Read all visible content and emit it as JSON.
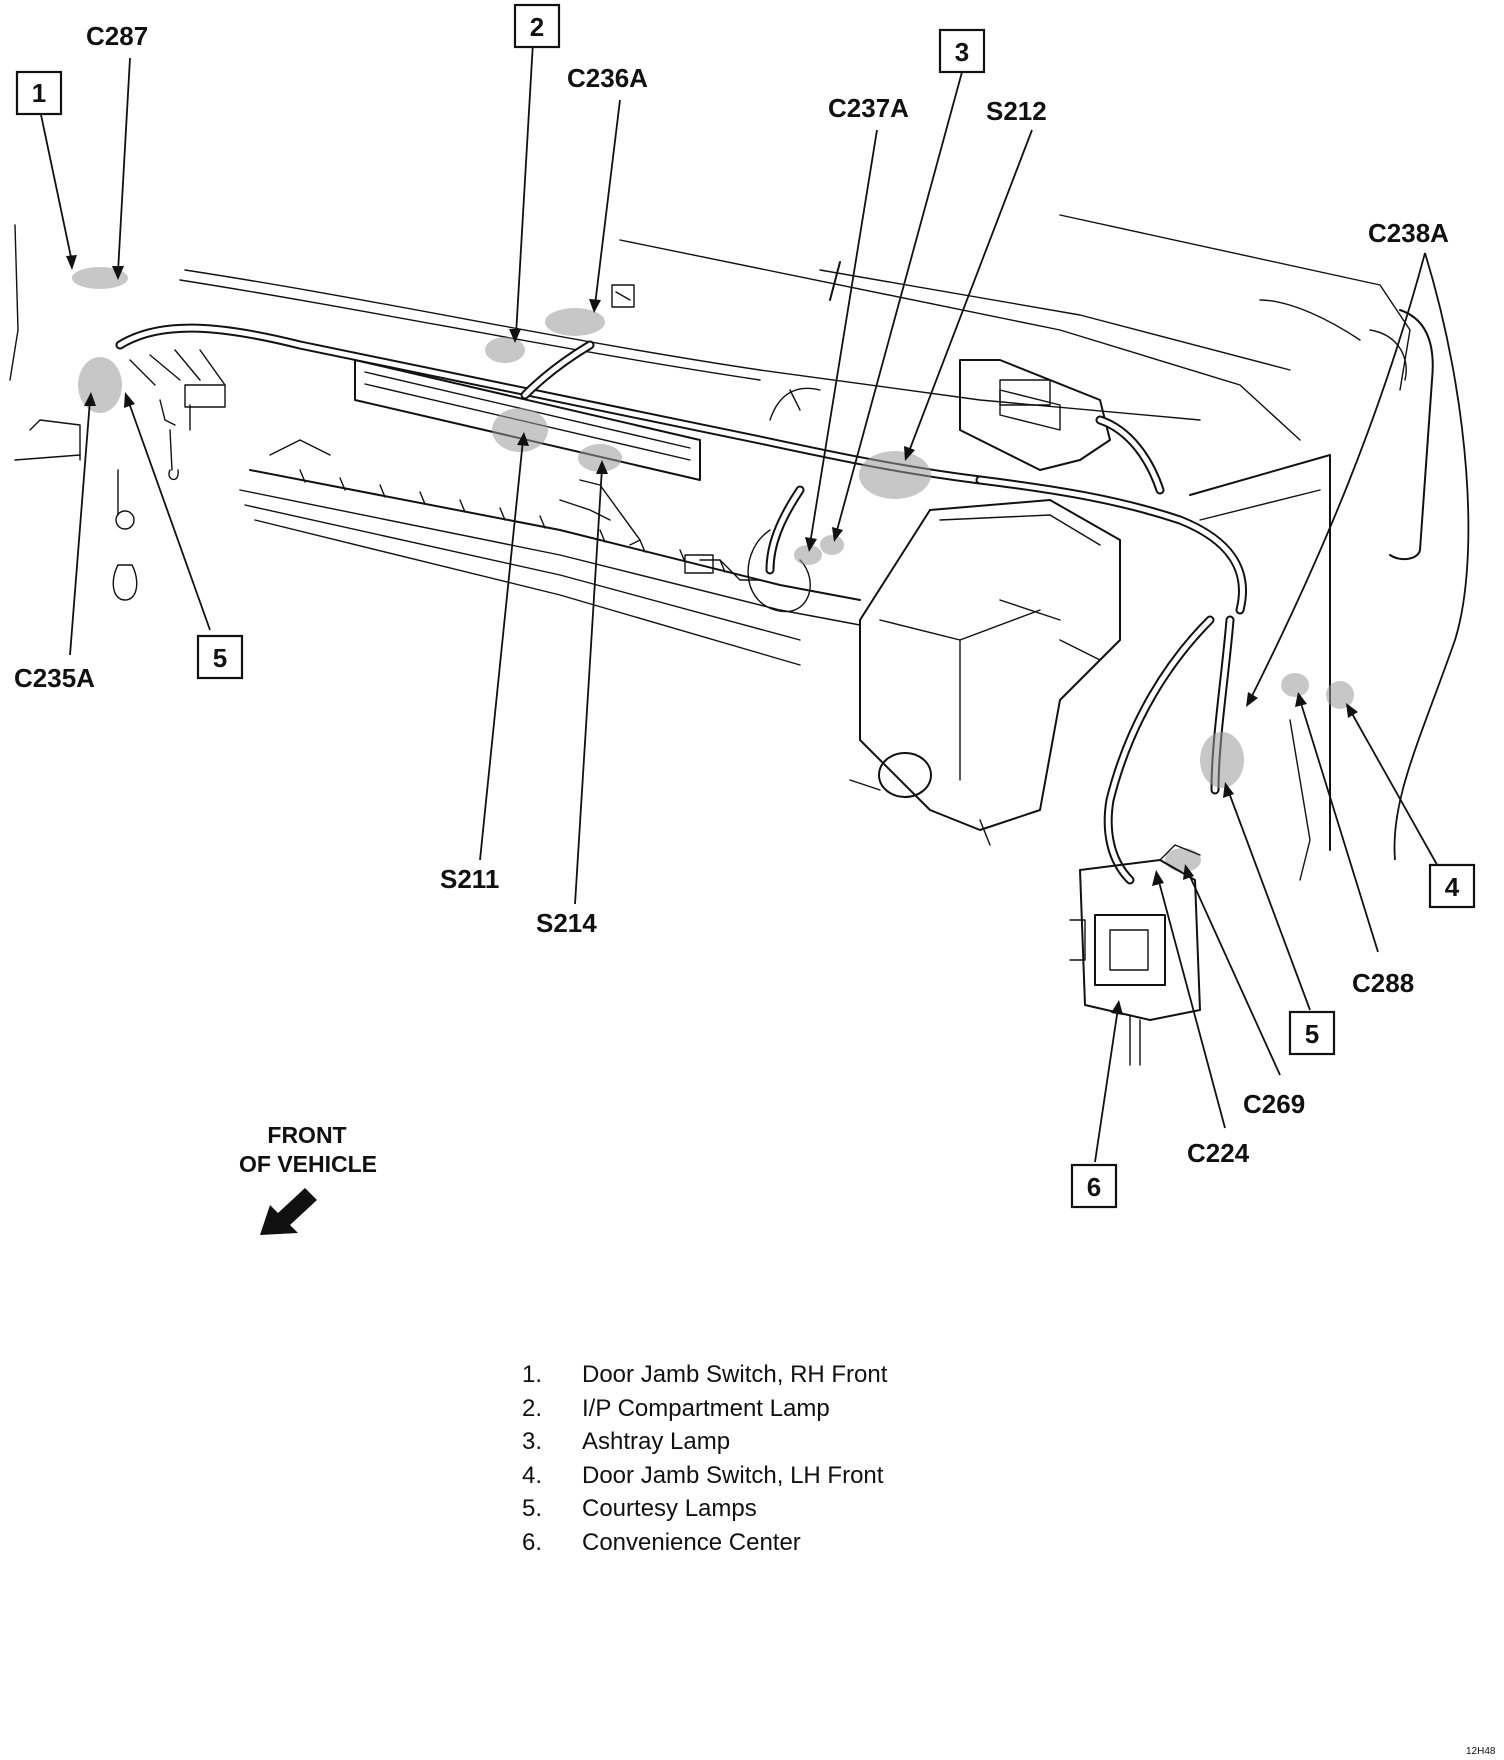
{
  "callouts": {
    "c287": "C287",
    "c236a": "C236A",
    "c237a": "C237A",
    "s212": "S212",
    "c238a": "C238A",
    "c235a": "C235A",
    "s211": "S211",
    "s214": "S214",
    "c288": "C288",
    "c269": "C269",
    "c224": "C224"
  },
  "numbered_boxes": {
    "box_1": "1",
    "box_2": "2",
    "box_3": "3",
    "box_4": "4",
    "box_5_left": "5",
    "box_5_right": "5",
    "box_6": "6"
  },
  "front_label": {
    "line1": "FRONT",
    "line2": "OF VEHICLE"
  },
  "legend": [
    {
      "num": "1.",
      "text": "Door Jamb Switch, RH Front"
    },
    {
      "num": "2.",
      "text": "I/P Compartment Lamp"
    },
    {
      "num": "3.",
      "text": "Ashtray Lamp"
    },
    {
      "num": "4.",
      "text": "Door Jamb Switch, LH Front"
    },
    {
      "num": "5.",
      "text": "Courtesy Lamps"
    },
    {
      "num": "6.",
      "text": "Convenience Center"
    }
  ],
  "figure_code": "12H48"
}
